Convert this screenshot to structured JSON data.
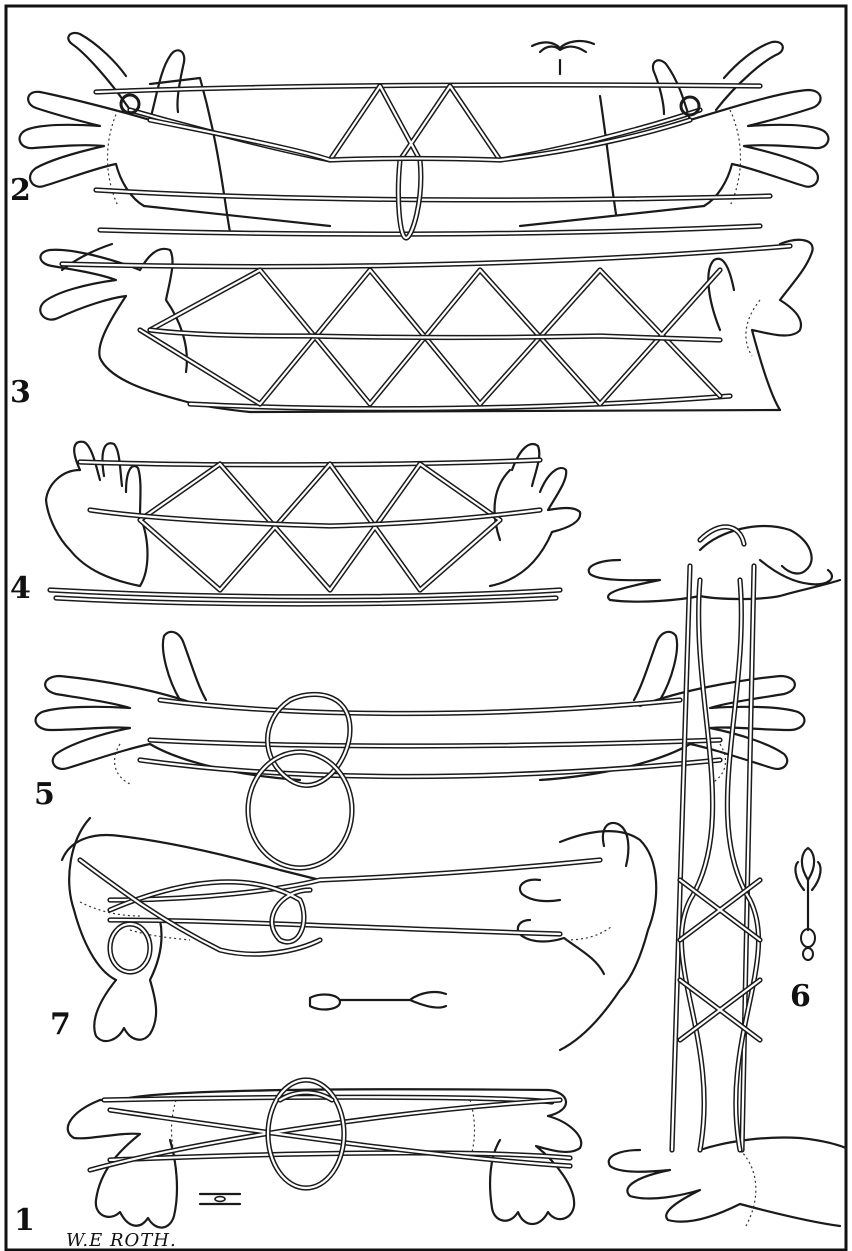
{
  "plate": {
    "figure_numbers": {
      "fig1": "1",
      "fig2": "2",
      "fig3": "3",
      "fig4": "4",
      "fig5": "5",
      "fig6": "6",
      "fig7": "7"
    },
    "signature": "W.E ROTH."
  }
}
